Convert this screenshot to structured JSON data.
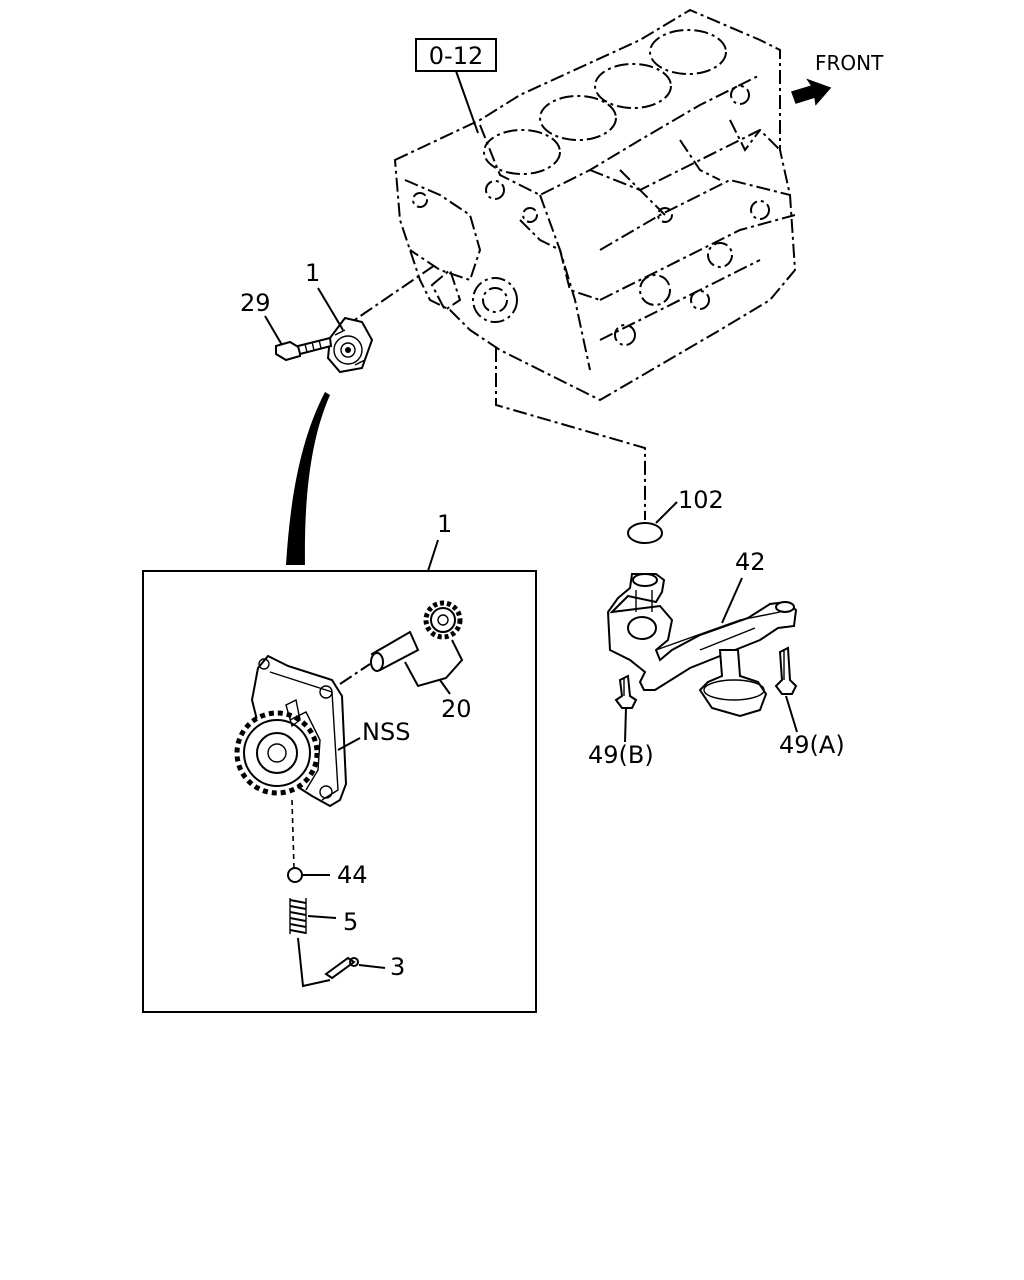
{
  "figure": {
    "ref_box": "0-12",
    "front": "FRONT"
  },
  "callouts": {
    "c1_top": "1",
    "c29": "29",
    "c102": "102",
    "c42": "42",
    "c49b": "49(B)",
    "c49a": "49(A)",
    "c1_detail": "1",
    "c20": "20",
    "nss": "NSS",
    "c44": "44",
    "c5": "5",
    "c3": "3"
  }
}
